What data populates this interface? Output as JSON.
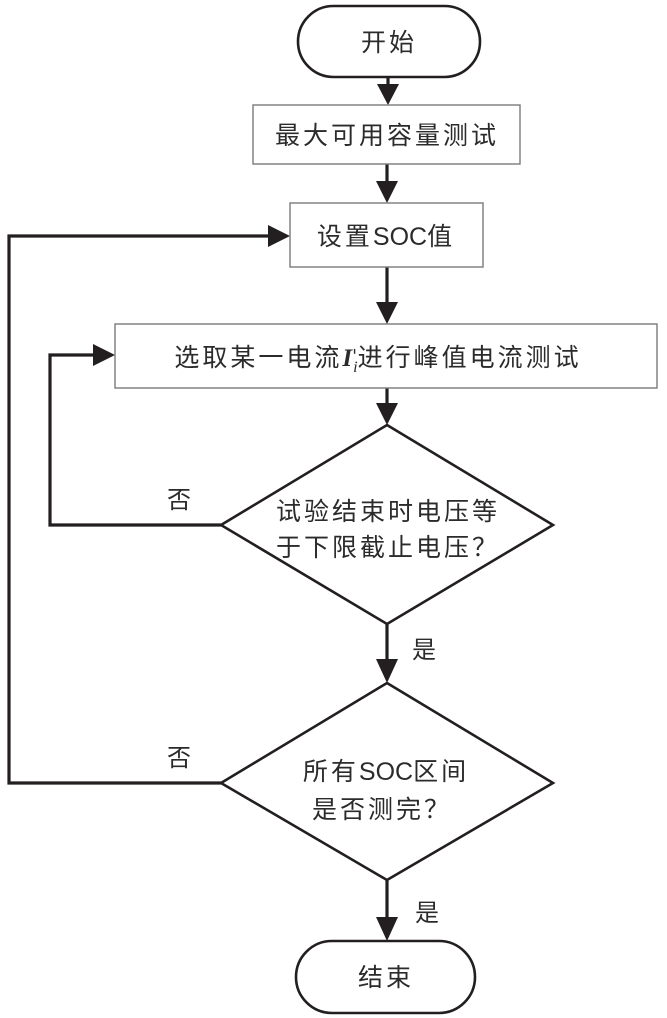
{
  "diagram": {
    "nodes": {
      "start": {
        "label": "开始"
      },
      "capacity_test": {
        "label": "最大可用容量测试"
      },
      "set_soc": {
        "label_prefix": "设置",
        "label_soc": "SOC",
        "label_suffix": "值"
      },
      "peak_current_test": {
        "label_prefix": "选取某一电流",
        "current_symbol": "I",
        "current_prime": "'",
        "current_subscript": "i",
        "label_suffix": "进行峰值电流测试"
      },
      "voltage_check": {
        "line1": "试验结束时电压等",
        "line2": "于下限截止电压？"
      },
      "soc_check": {
        "line1_prefix": "所有",
        "line1_soc": "SOC",
        "line1_suffix": "区间",
        "line2": "是否测完？"
      },
      "end": {
        "label": "结束"
      }
    },
    "edge_labels": {
      "voltage_check_no": "否",
      "voltage_check_yes": "是",
      "soc_check_no": "否",
      "soc_check_yes": "是"
    },
    "colors": {
      "line": "#231f20",
      "text": "#2b2b2b",
      "process_border": "#7a7a7a",
      "background": "#ffffff"
    }
  }
}
